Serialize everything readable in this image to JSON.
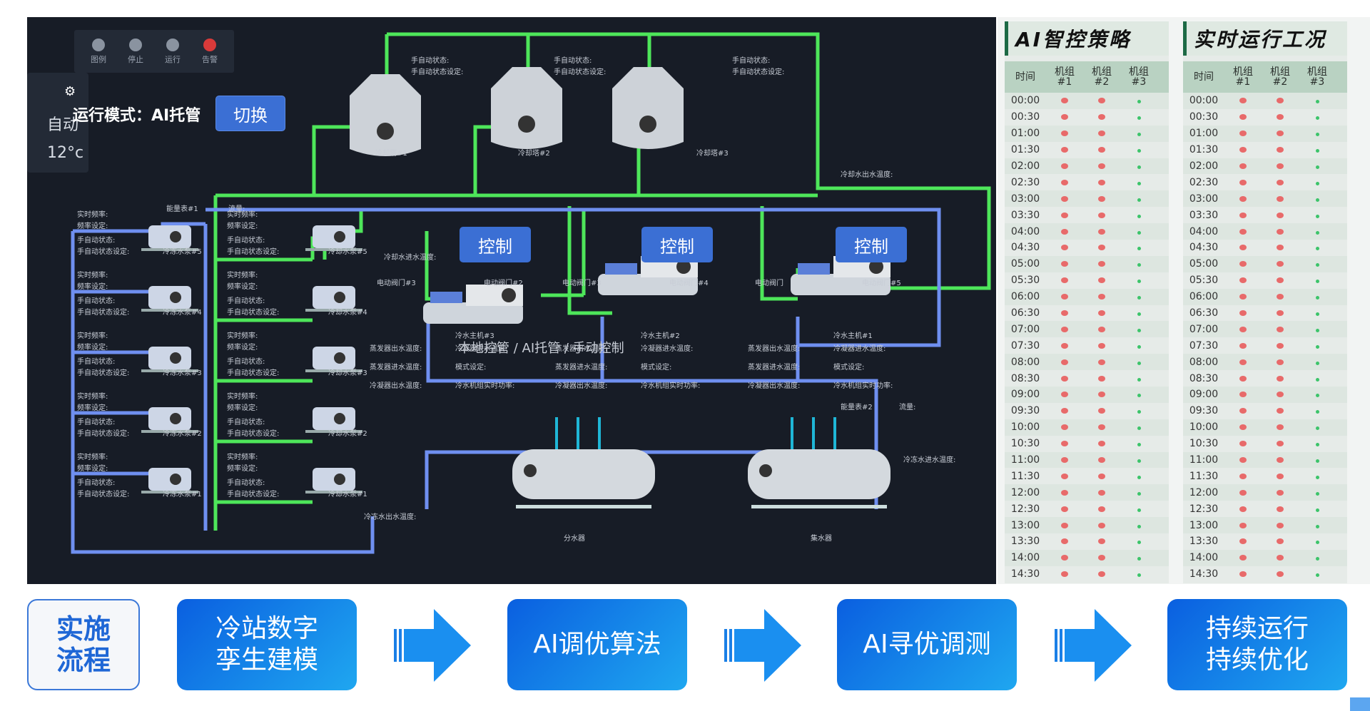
{
  "toolbar": {
    "items": [
      {
        "label": "图例",
        "icon": "legend-icon"
      },
      {
        "label": "停止",
        "icon": "fan-icon"
      },
      {
        "label": "运行",
        "icon": "fan-icon"
      },
      {
        "label": "告警",
        "icon": "alarm-icon"
      }
    ]
  },
  "side_panel": {
    "mode": "自动",
    "temperature": "12°c"
  },
  "run_mode": {
    "label": "运行模式：AI托管",
    "switch_label": "切换"
  },
  "control_buttons": [
    "控制",
    "控制",
    "控制"
  ],
  "overlay_text": "本地控管 / AI托管 / 手动控制",
  "cooling_towers": [
    {
      "name": "冷却塔#1",
      "labels": [
        "手自动状态:",
        "手自动状态设定:"
      ]
    },
    {
      "name": "冷却塔#2",
      "labels": [
        "手自动状态:",
        "手自动状态设定:"
      ]
    },
    {
      "name": "冷却塔#3",
      "labels": [
        "手自动状态:",
        "手自动状态设定:"
      ]
    }
  ],
  "flow_meters": {
    "meter1": "能量表#1",
    "flow1": "流量:",
    "meter2": "能量表#2",
    "flow2": "流量:"
  },
  "temps": {
    "cooling_out": "冷却水出水温度:",
    "cooling_in": "冷却水进水温度:",
    "chilled_in": "冷冻水进水温度:",
    "chilled_out": "冷冻水出水温度:"
  },
  "pumps_left": [
    {
      "name": "冷冻水泵#5",
      "labels": [
        "实时频率:",
        "频率设定:",
        "手自动状态:",
        "手自动状态设定:"
      ]
    },
    {
      "name": "冷冻水泵#4",
      "labels": [
        "实时频率:",
        "频率设定:",
        "手自动状态:",
        "手自动状态设定:"
      ]
    },
    {
      "name": "冷冻水泵#3",
      "labels": [
        "实时频率:",
        "频率设定:",
        "手自动状态:",
        "手自动状态设定:"
      ]
    },
    {
      "name": "冷冻水泵#2",
      "labels": [
        "实时频率:",
        "频率设定:",
        "手自动状态:",
        "手自动状态设定:"
      ]
    },
    {
      "name": "冷冻水泵#1",
      "labels": [
        "实时频率:",
        "频率设定:",
        "手自动状态:",
        "手自动状态设定:"
      ]
    }
  ],
  "pumps_right": [
    {
      "name": "冷却水泵#5"
    },
    {
      "name": "冷却水泵#4"
    },
    {
      "name": "冷却水泵#3"
    },
    {
      "name": "冷却水泵#2"
    },
    {
      "name": "冷却水泵#1"
    }
  ],
  "chillers": [
    {
      "name": "冷水主机#3",
      "valves": [
        "电动阀门#3",
        "电动阀门#2"
      ]
    },
    {
      "name": "冷水主机#2",
      "valves": [
        "电动阀门#3",
        "电动阀门#4"
      ]
    },
    {
      "name": "冷水主机#1",
      "valves": [
        "电动阀门",
        "电动阀门#5"
      ]
    }
  ],
  "chiller_labels": [
    "蒸发器出水温度:",
    "冷凝器进水温度:",
    "蒸发器进水温度:",
    "模式设定:",
    "冷凝器出水温度:",
    "冷水机组实时功率:"
  ],
  "tanks": [
    {
      "name": "分水器"
    },
    {
      "name": "集水器"
    }
  ],
  "ai_table": {
    "title": "AI智控策略",
    "headers": [
      "时间",
      "机组\n#1",
      "机组\n#2",
      "机组\n#3"
    ],
    "times": [
      "00:00",
      "00:30",
      "01:00",
      "01:30",
      "02:00",
      "02:30",
      "03:00",
      "03:30",
      "04:00",
      "04:30",
      "05:00",
      "05:30",
      "06:00",
      "06:30",
      "07:00",
      "07:30",
      "08:00",
      "08:30",
      "09:00",
      "09:30",
      "10:00",
      "10:30",
      "11:00",
      "11:30",
      "12:00",
      "12:30",
      "13:00",
      "13:30",
      "14:00",
      "14:30"
    ]
  },
  "realtime_table": {
    "title": "实时运行工况",
    "headers": [
      "时间",
      "机组\n#1",
      "机组\n#2",
      "机组\n#3"
    ]
  },
  "colors": {
    "green_pipe": "#4ee65a",
    "blue_pipe": "#6f8ff0",
    "red_dot": "#e86a6a",
    "green_dot": "#3cc46a"
  },
  "flow": {
    "first": "实施\n流程",
    "steps": [
      "冷站数字\n孪生建模",
      "AI调优算法",
      "AI寻优调测",
      "持续运行\n持续优化"
    ]
  }
}
